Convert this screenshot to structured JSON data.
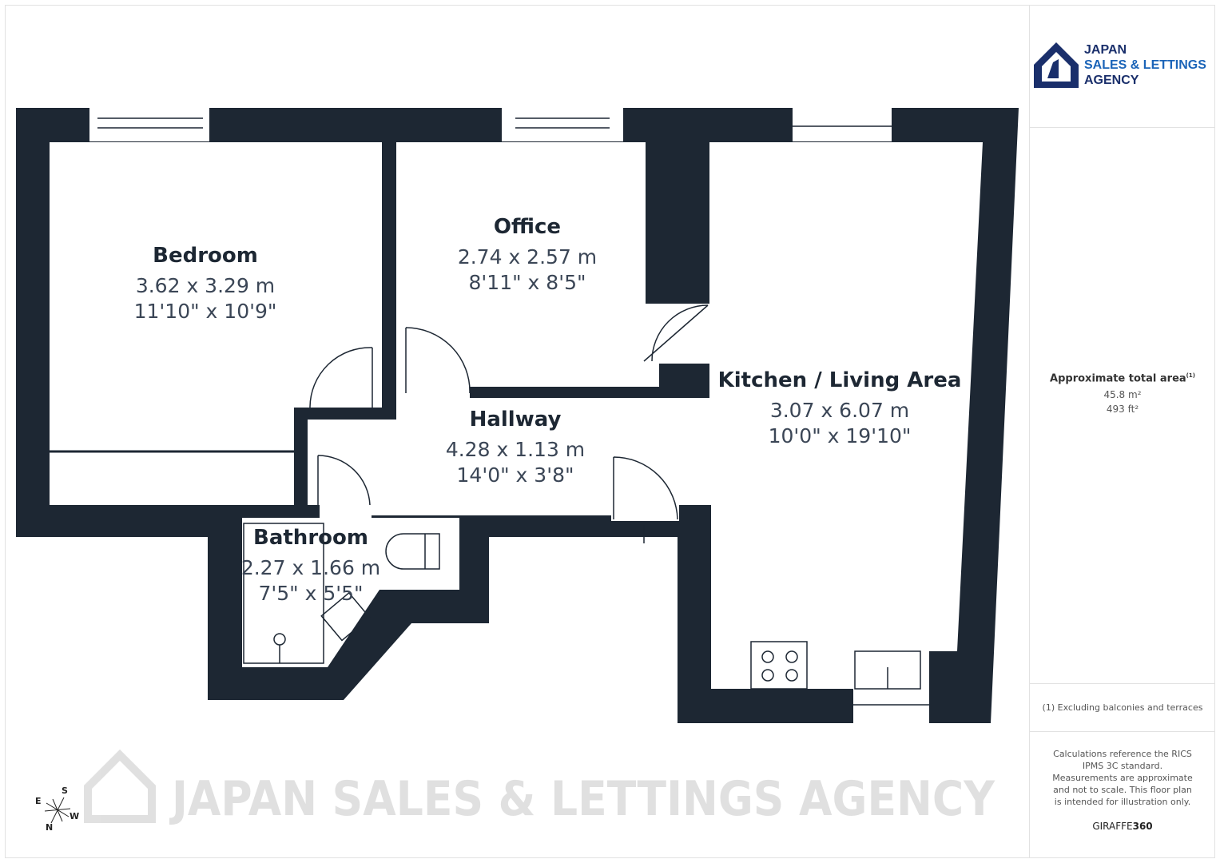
{
  "colors": {
    "wall": "#1d2733",
    "brand_dark": "#1a2f6b",
    "brand_blue": "#1b64b8",
    "text": "#3b4656",
    "watermark": "#c8c8c8"
  },
  "brand": {
    "line1": "JAPAN",
    "line2": "SALES & LETTINGS",
    "line3": "AGENCY",
    "icon": "house-logo-icon"
  },
  "watermark": "JAPAN SALES & LETTINGS AGENCY",
  "rooms": [
    {
      "name": "Bedroom",
      "metric": "3.62 x 3.29 m",
      "imperial": "11'10\" x 10'9\""
    },
    {
      "name": "Office",
      "metric": "2.74 x 2.57 m",
      "imperial": "8'11\" x 8'5\""
    },
    {
      "name": "Kitchen / Living Area",
      "metric": "3.07 x 6.07 m",
      "imperial": "10'0\" x 19'10\""
    },
    {
      "name": "Hallway",
      "metric": "4.28 x 1.13 m",
      "imperial": "14'0\" x 3'8\""
    },
    {
      "name": "Bathroom",
      "metric": "2.27 x 1.66 m",
      "imperial": "7'5\" x 5'5\""
    }
  ],
  "compass": {
    "s": "S",
    "e": "E",
    "w": "W",
    "n": "N"
  },
  "area": {
    "label": "Approximate total area",
    "footnote_mark": "(1)",
    "metric": "45.8 m²",
    "imperial": "493 ft²"
  },
  "footnote": "(1) Excluding balconies and terraces",
  "disclaimer": "Calculations reference the RICS IPMS 3C standard. Measurements are approximate and not to scale. This floor plan is intended for illustration only.",
  "credit": {
    "a": "GIRAFFE",
    "b": "360"
  }
}
